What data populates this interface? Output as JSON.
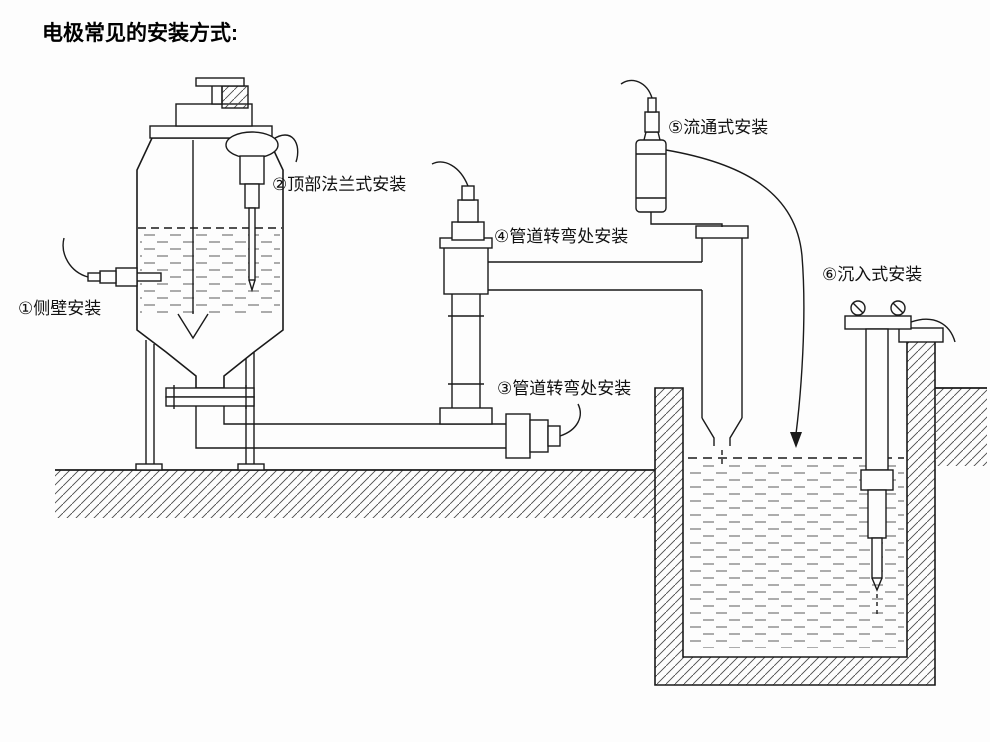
{
  "title": "电极常见的安装方式:",
  "labels": {
    "side_wall": "①侧壁安装",
    "top_flange": "②顶部法兰式安装",
    "pipe_bend_bottom": "③管道转弯处安装",
    "pipe_bend_top": "④管道转弯处安装",
    "flow_through": "⑤流通式安装",
    "immersion": "⑥沉入式安装"
  },
  "colors": {
    "line": "#1a1a1a",
    "background": "#fdfdfd"
  }
}
